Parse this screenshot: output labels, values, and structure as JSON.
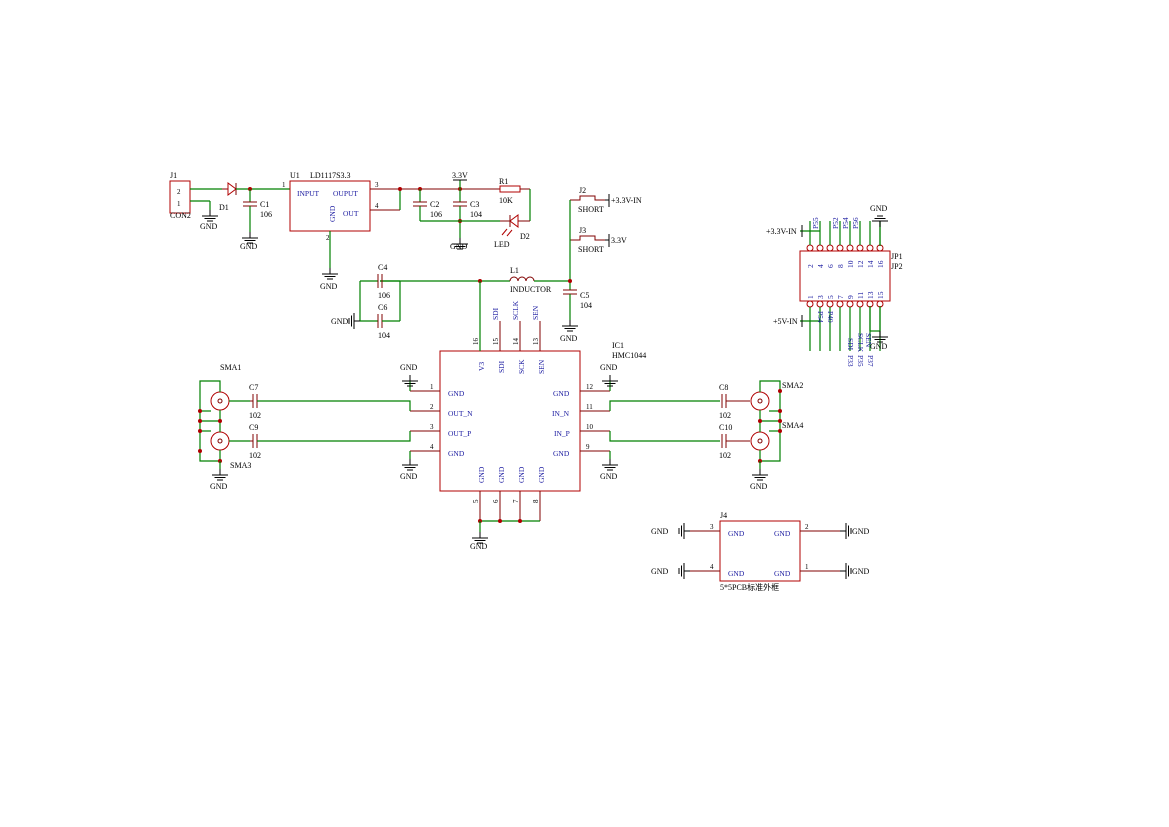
{
  "schematic": {
    "j1": {
      "ref": "J1",
      "pins": [
        "2",
        "1"
      ],
      "value": "CON2"
    },
    "d1": {
      "ref": "D1"
    },
    "c1": {
      "ref": "C1",
      "value": "106"
    },
    "u1": {
      "ref": "U1",
      "value": "LD1117S3.3",
      "pin_input": "INPUT",
      "pin_ouput": "OUPUT",
      "pin_out": "OUT",
      "pin_gnd": "GND",
      "pin1": "1",
      "pin2": "2",
      "pin3": "3",
      "pin4": "4"
    },
    "c2": {
      "ref": "C2",
      "value": "106"
    },
    "c3": {
      "ref": "C3",
      "value": "104"
    },
    "net_33v": "3.3V",
    "r1": {
      "ref": "R1",
      "value": "10K"
    },
    "d2": {
      "ref": "D2",
      "value": "LED"
    },
    "j2": {
      "ref": "J2",
      "value": "SHORT",
      "net": "+3.3V-IN"
    },
    "j3": {
      "ref": "J3",
      "value": "SHORT",
      "net": "3.3V"
    },
    "c4": {
      "ref": "C4",
      "value": "106"
    },
    "c6": {
      "ref": "C6",
      "value": "104"
    },
    "l1": {
      "ref": "L1",
      "value": "INDUCTOR"
    },
    "c5": {
      "ref": "C5",
      "value": "104"
    },
    "gnd": "GND",
    "gnd_arrow": "GND",
    "ic1": {
      "ref": "IC1",
      "value": "HMC1044",
      "top_pins": [
        {
          "num": "16",
          "inner": "V3"
        },
        {
          "num": "15",
          "inner": "SDI",
          "net": "SDI"
        },
        {
          "num": "14",
          "inner": "SCK",
          "net": "SCLK"
        },
        {
          "num": "13",
          "inner": "SEN",
          "net": "SEN"
        }
      ],
      "left_pins": [
        {
          "num": "1",
          "name": "GND"
        },
        {
          "num": "2",
          "name": "OUT_N"
        },
        {
          "num": "3",
          "name": "OUT_P"
        },
        {
          "num": "4",
          "name": "GND"
        }
      ],
      "right_pins": [
        {
          "num": "12",
          "name": "GND"
        },
        {
          "num": "11",
          "name": "IN_N"
        },
        {
          "num": "10",
          "name": "IN_P"
        },
        {
          "num": "9",
          "name": "GND"
        }
      ],
      "bottom_pins": [
        {
          "num": "5",
          "name": "GND"
        },
        {
          "num": "6",
          "name": "GND"
        },
        {
          "num": "7",
          "name": "GND"
        },
        {
          "num": "8",
          "name": "GND"
        }
      ]
    },
    "sma1": {
      "ref": "SMA1"
    },
    "sma2": {
      "ref": "SMA2"
    },
    "sma3": {
      "ref": "SMA3"
    },
    "sma4": {
      "ref": "SMA4"
    },
    "c7": {
      "ref": "C7",
      "value": "102"
    },
    "c8": {
      "ref": "C8",
      "value": "102"
    },
    "c9": {
      "ref": "C9",
      "value": "102"
    },
    "c10": {
      "ref": "C10",
      "value": "102"
    },
    "jp": {
      "ref1": "JP1",
      "ref2": "JP2",
      "top_pin_nums": [
        "2",
        "4",
        "6",
        "8",
        "10",
        "12",
        "14",
        "16"
      ],
      "bottom_pin_nums": [
        "1",
        "3",
        "5",
        "7",
        "9",
        "11",
        "13",
        "15"
      ],
      "top_nets": [
        "P55",
        "P52",
        "P54",
        "P56"
      ],
      "bottom_nets": [
        "P54",
        "P40",
        "SDI",
        "SCLK",
        "SEN"
      ],
      "bottom_lower_nets": [
        "P33",
        "P35",
        "P37"
      ],
      "net_top": "+3.3V-IN",
      "net_bottom": "+5V-IN",
      "gnd": "GND"
    },
    "j4": {
      "ref": "J4",
      "value": "5*5PCB标准外框",
      "pins": [
        {
          "num": "3",
          "name": "GND"
        },
        {
          "num": "2",
          "name": "GND"
        },
        {
          "num": "4",
          "name": "GND"
        },
        {
          "num": "1",
          "name": "GND"
        }
      ]
    }
  }
}
